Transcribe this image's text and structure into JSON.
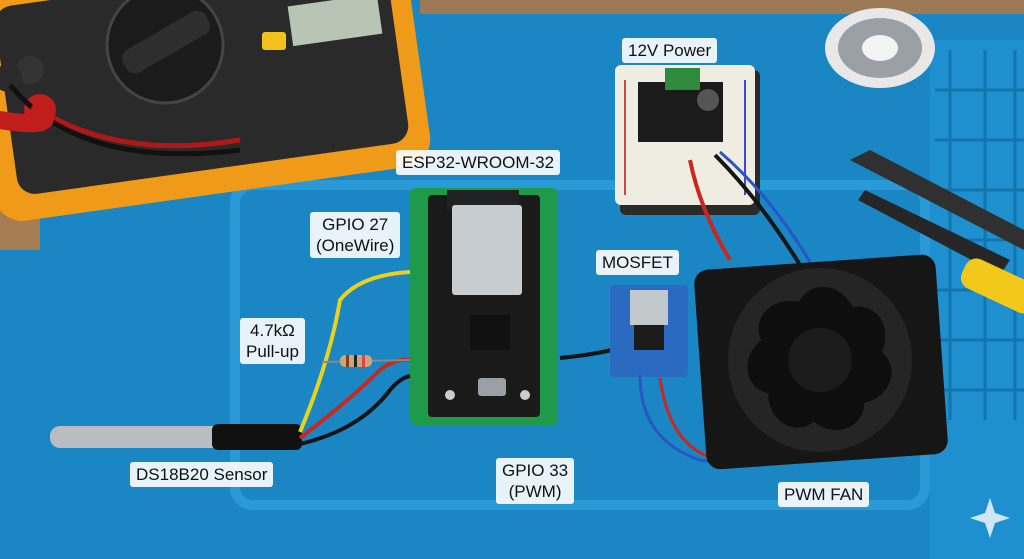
{
  "labels": {
    "power": "12V Power",
    "esp32": "ESP32-WROOM-32",
    "gpio27_line1": "GPIO 27",
    "gpio27_line2": "(OneWire)",
    "pullup_line1": "4.7kΩ",
    "pullup_line2": "Pull-up",
    "mosfet": "MOSFET",
    "sensor": "DS18B20 Sensor",
    "gpio33_line1": "GPIO 33",
    "gpio33_line2": "(PWM)",
    "fan": "PWM FAN"
  },
  "colors": {
    "mat": "#1a86c4",
    "pcb": "#1f9a4a",
    "wire_yellow": "#e8d21e",
    "wire_red": "#c8281e",
    "wire_black": "#151515",
    "wire_blue": "#2a55c8"
  }
}
